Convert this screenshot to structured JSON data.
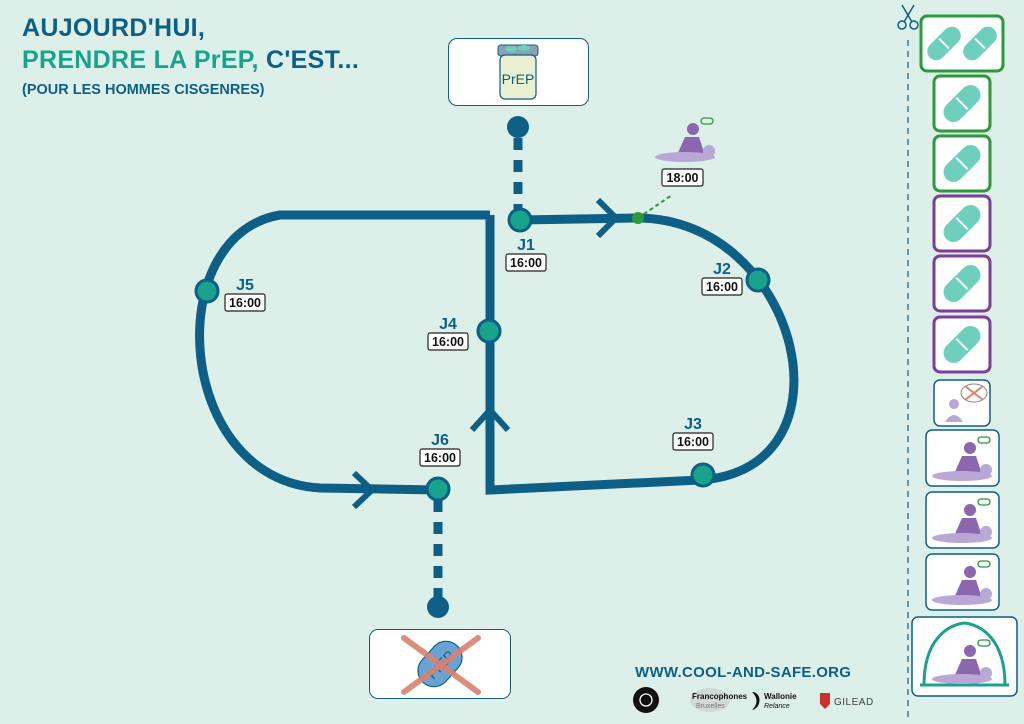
{
  "header": {
    "line1": "AUJOURD'HUI,",
    "line2_highlight": "PRENDRE LA PrEP,",
    "line2_rest": " C'EST...",
    "subtitle": "(POUR LES HOMMES CISGENRES)"
  },
  "jar_label": "PrEP",
  "stop_pill_label": "PrEP",
  "sex_event_time": "18:00",
  "days": [
    {
      "label": "J1",
      "time": "16:00"
    },
    {
      "label": "J2",
      "time": "16:00"
    },
    {
      "label": "J3",
      "time": "16:00"
    },
    {
      "label": "J4",
      "time": "16:00"
    },
    {
      "label": "J5",
      "time": "16:00"
    },
    {
      "label": "J6",
      "time": "16:00"
    }
  ],
  "website": "WWW.COOL-AND-SAFE.ORG",
  "sponsors": {
    "francophones_line1": "Francophones",
    "francophones_line2": "Bruxelles",
    "wallonie_line1": "Wallonie",
    "wallonie_line2": "Relance",
    "gilead": "GILEAD"
  },
  "colors": {
    "path": "#0d5f86",
    "node": "#1aa38c",
    "green_frame": "#2a9a3c",
    "purple_frame": "#7b3f9a",
    "pill": "#6ecfbd",
    "figure_purple": "#8b67b0",
    "figure_light": "#b9a7d6",
    "stop_pill": "#6aa3d3",
    "cross": "#d9826e",
    "background": "#dcefe9"
  },
  "sidebar": {
    "scissors_icon": "scissors-icon",
    "tiles": [
      {
        "kind": "double-pill",
        "frame": "green"
      },
      {
        "kind": "pill",
        "frame": "green"
      },
      {
        "kind": "pill",
        "frame": "green"
      },
      {
        "kind": "pill",
        "frame": "purple"
      },
      {
        "kind": "pill",
        "frame": "purple"
      },
      {
        "kind": "pill",
        "frame": "purple"
      },
      {
        "kind": "no-sex-thought",
        "frame": "blue"
      },
      {
        "kind": "sex",
        "frame": "blue"
      },
      {
        "kind": "sex",
        "frame": "blue"
      },
      {
        "kind": "sex",
        "frame": "blue"
      },
      {
        "kind": "condom",
        "frame": "blue"
      }
    ]
  }
}
